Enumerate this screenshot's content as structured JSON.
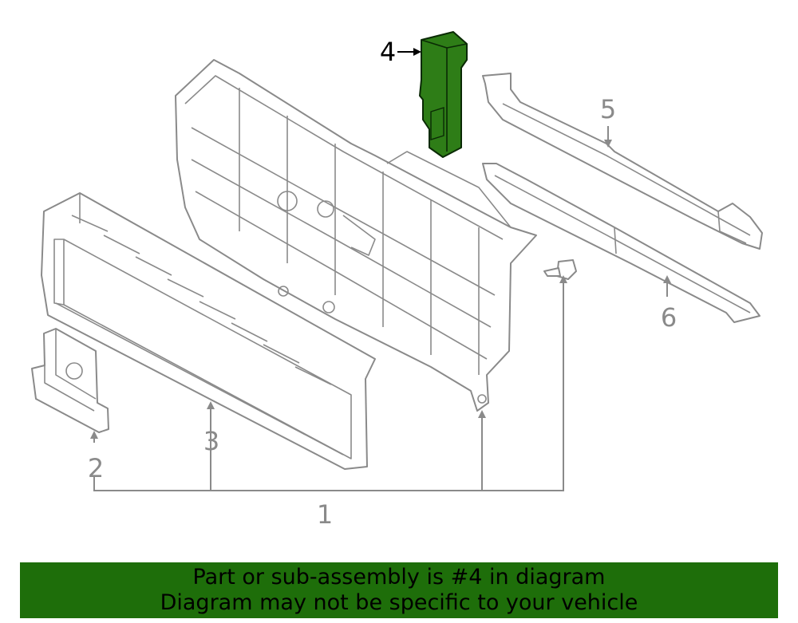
{
  "callouts": {
    "c1": "1",
    "c2": "2",
    "c3": "3",
    "c4": "4",
    "c5": "5",
    "c6": "6"
  },
  "banner": {
    "line1": "Part or sub-assembly is #4 in diagram",
    "line2": "Diagram may not be specific to your vehicle"
  },
  "colors": {
    "highlight": "#2e7d17",
    "banner": "#1e6e0a",
    "line": "#8a8a8a"
  },
  "icons": [
    "arrow-icon",
    "screw-icon"
  ]
}
